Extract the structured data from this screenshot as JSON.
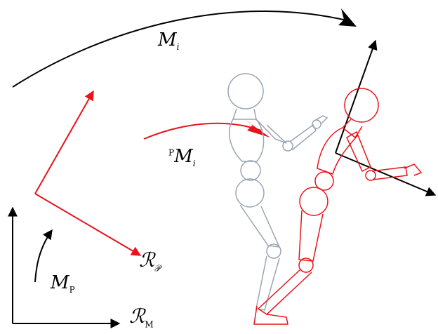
{
  "labels": {
    "mi": {
      "main": "M",
      "sub": "i"
    },
    "pmi": {
      "pre": "P",
      "main": "M",
      "sub": "i"
    },
    "mp": {
      "main": "M",
      "sub": "P"
    },
    "rp": {
      "main": "ℛ",
      "sub": "𝒫"
    },
    "rm": {
      "main": "ℛ",
      "sub": "M"
    }
  },
  "colors": {
    "black": "#000000",
    "red": "#e8141c",
    "gray": "#9aa4b4"
  }
}
